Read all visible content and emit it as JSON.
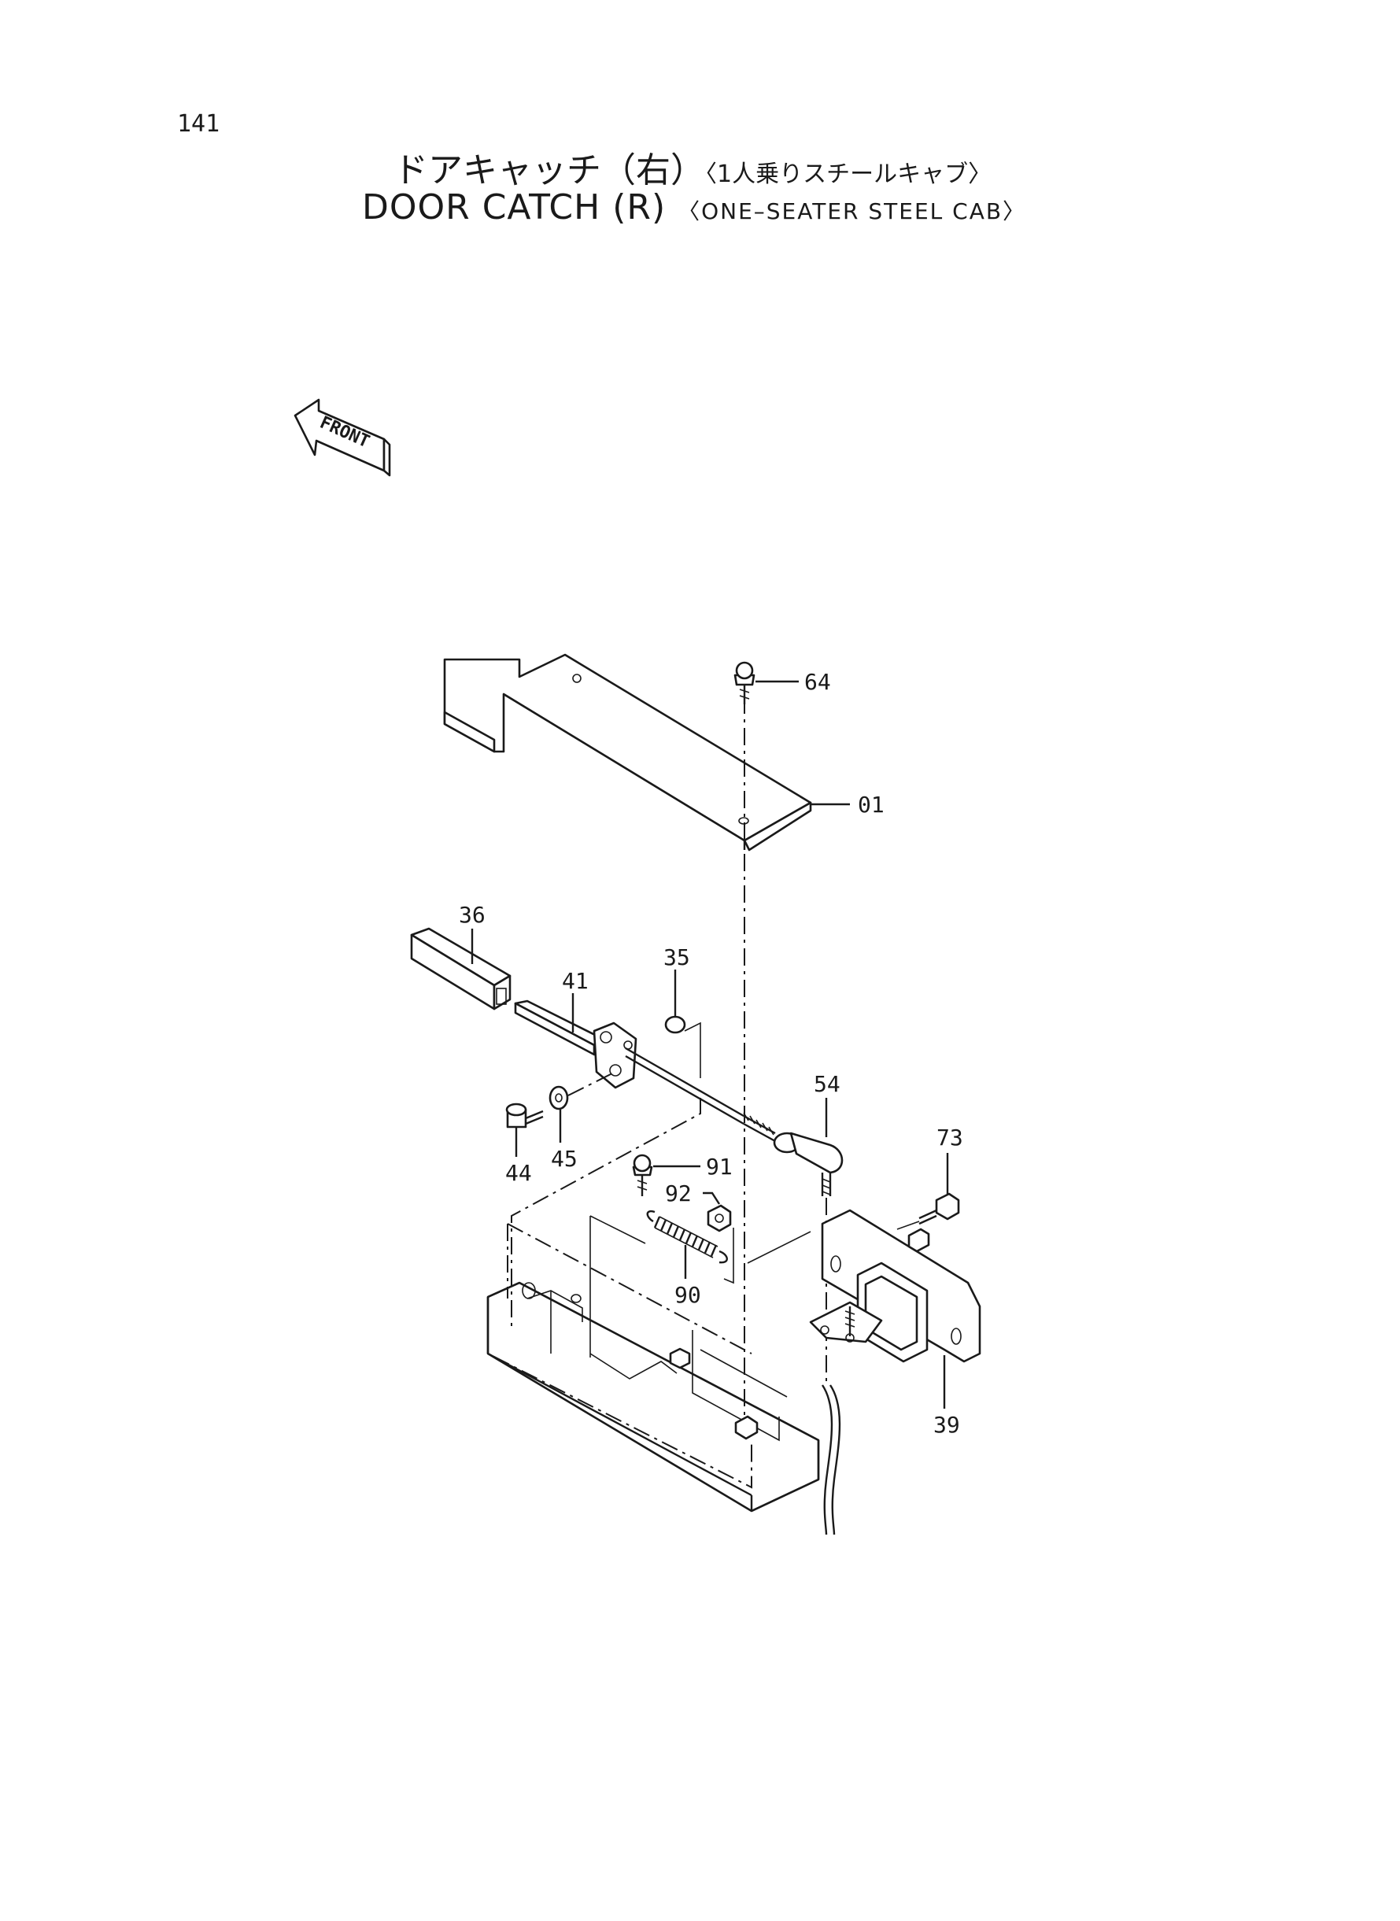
{
  "page": {
    "number": "141"
  },
  "title": {
    "jp_main": "ドアキャッチ（右）",
    "jp_sub": "〈1人乗りスチールキャブ〉",
    "en_main": "DOOR CATCH (R)",
    "en_sub": "〈ONE–SEATER STEEL CAB〉"
  },
  "front_arrow": {
    "label": "FRONT"
  },
  "callouts": {
    "p64": "64",
    "p01": "01",
    "p36": "36",
    "p41": "41",
    "p35": "35",
    "p54": "54",
    "p44": "44",
    "p45": "45",
    "p91": "91",
    "p92": "92",
    "p90": "90",
    "p73": "73",
    "p39": "39"
  }
}
